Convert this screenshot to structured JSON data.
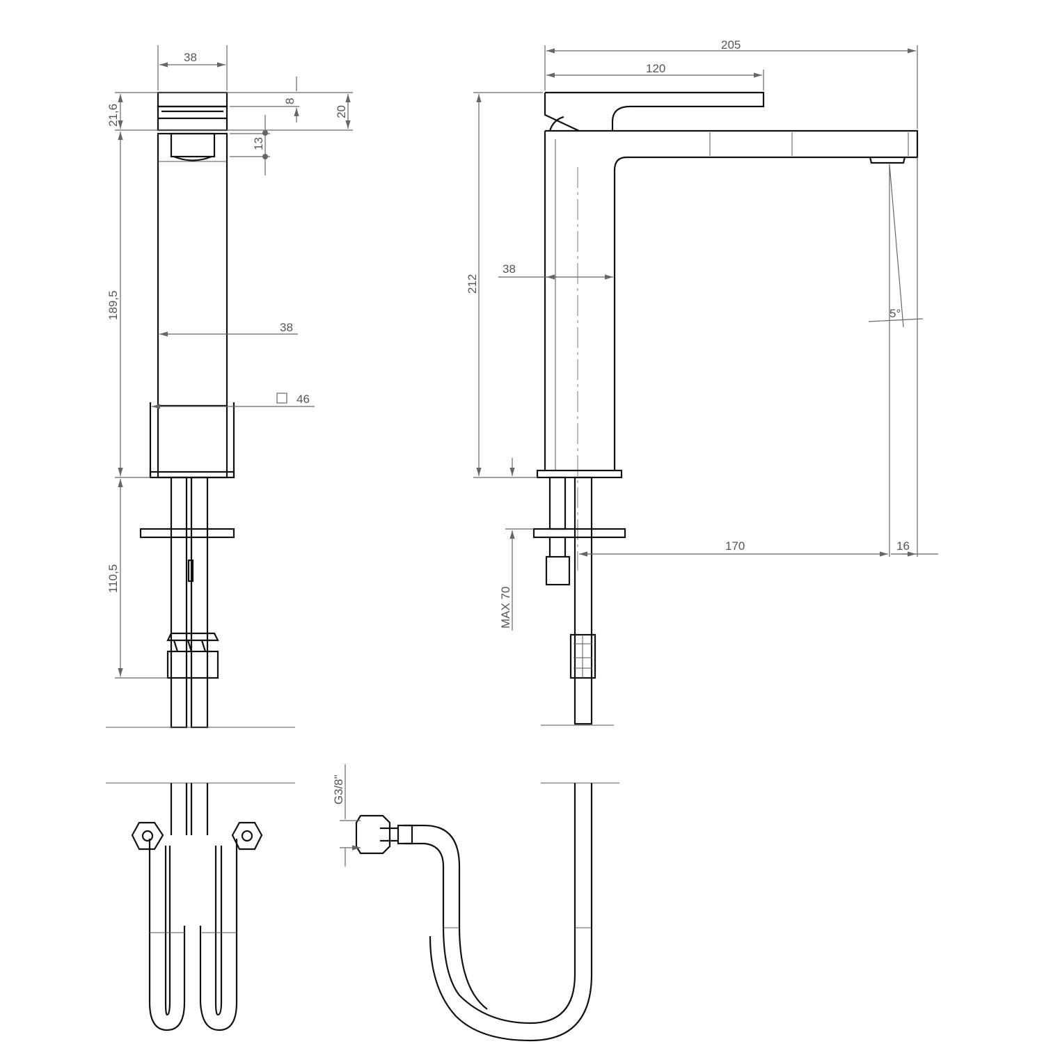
{
  "dimensions": {
    "side_width_top": "38",
    "side_height_cap": "21,6",
    "side_lever_thickness": "8",
    "side_cap_height": "20",
    "side_aerator": "13",
    "side_body_height": "189,5",
    "side_body_width": "38",
    "side_base_square": "46",
    "side_below_base": "110,5",
    "front_total_length": "205",
    "front_lever_length": "120",
    "front_total_height": "212",
    "front_body_width": "38",
    "front_angle": "5°",
    "front_reach": "170",
    "front_spout_end": "16",
    "front_max_deck": "MAX 70",
    "hose_thread": "G3/8\""
  },
  "colors": {
    "line": "#111111",
    "dimension": "#666666"
  }
}
